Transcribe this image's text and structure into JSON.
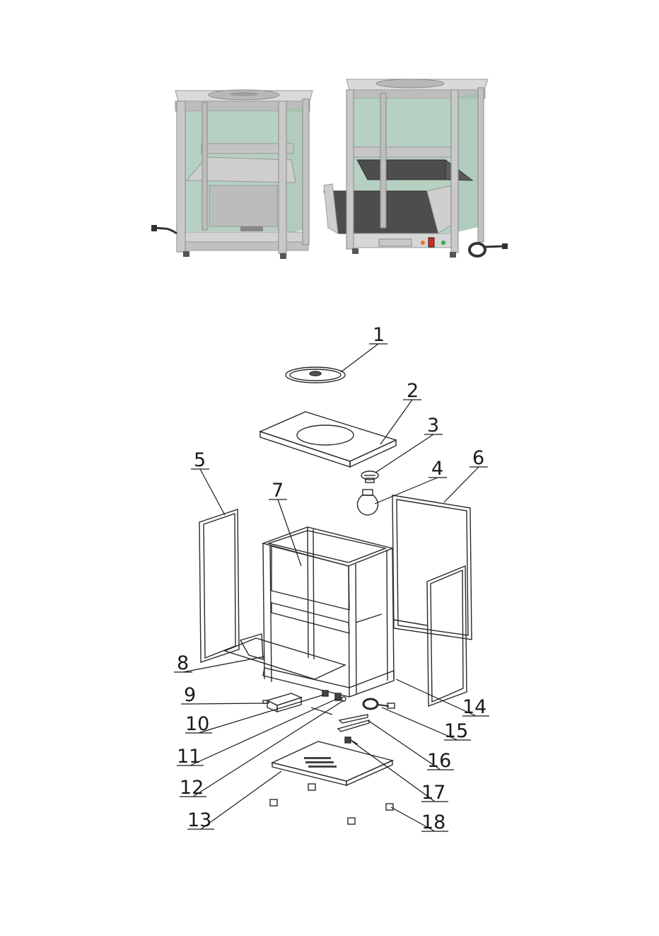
{
  "callouts": [
    "1",
    "2",
    "3",
    "4",
    "5",
    "6",
    "7",
    "8",
    "9",
    "10",
    "11",
    "12",
    "13",
    "14",
    "15",
    "16",
    "17",
    "18"
  ],
  "colors": {
    "glass": "#a9c8b6",
    "frame": "#c8c8c8",
    "frame_dark": "#8a8a8a",
    "tray_dark": "#4d4d4d",
    "switch_red": "#d42a1e",
    "lamp_orange": "#e8742b",
    "lamp_green": "#2fae3c",
    "line": "#2a2a2a"
  }
}
